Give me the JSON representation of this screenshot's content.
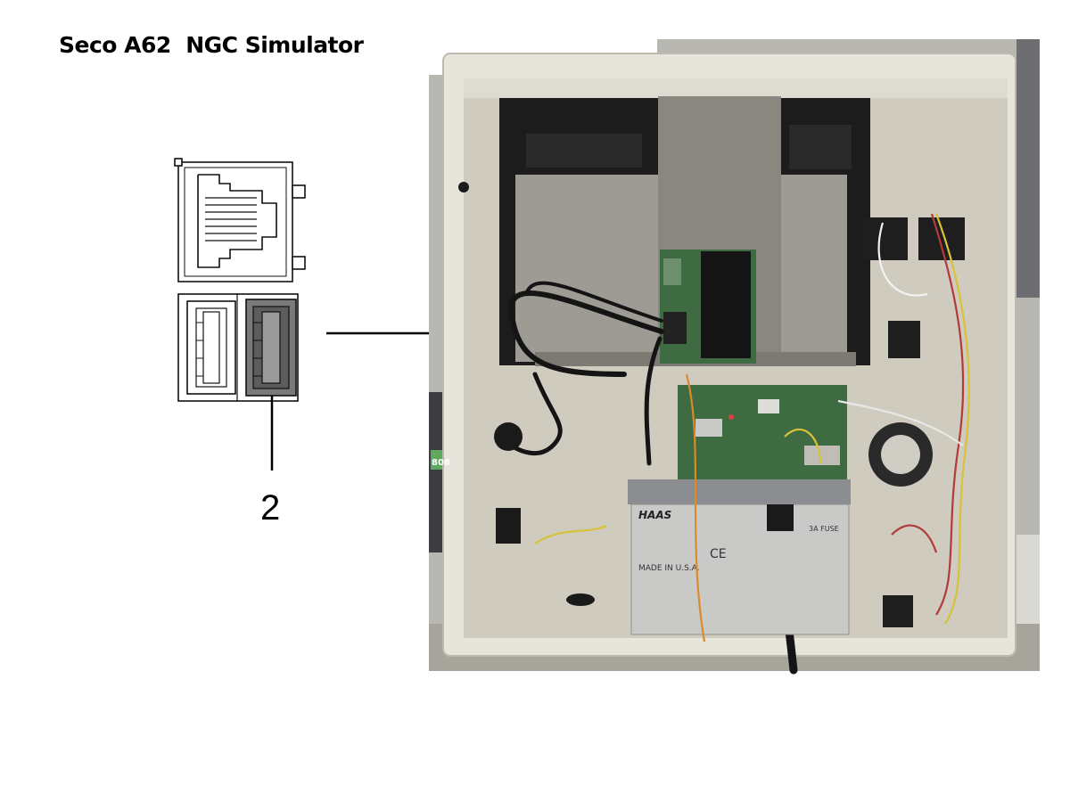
{
  "header": {
    "title": "Seco A62  NGC Simulator"
  },
  "callouts": [
    {
      "number": "2",
      "target": "usb-port-right"
    }
  ],
  "colors": {
    "cabinet_frame": "#e7e4dc",
    "cabinet_interior": "#cfcbbf",
    "monitor_back": "#8a8781",
    "circuit_board": "#3f6b42",
    "power_supply": "#c9c9c7",
    "highlighted_port": "#7a7a7a"
  },
  "photo": {
    "labels": {
      "brand": "HAAS",
      "made_in": "MADE IN U.S.A.",
      "ce_mark": "CE",
      "fuse": "3A FUSE",
      "side_tag": "808"
    }
  }
}
